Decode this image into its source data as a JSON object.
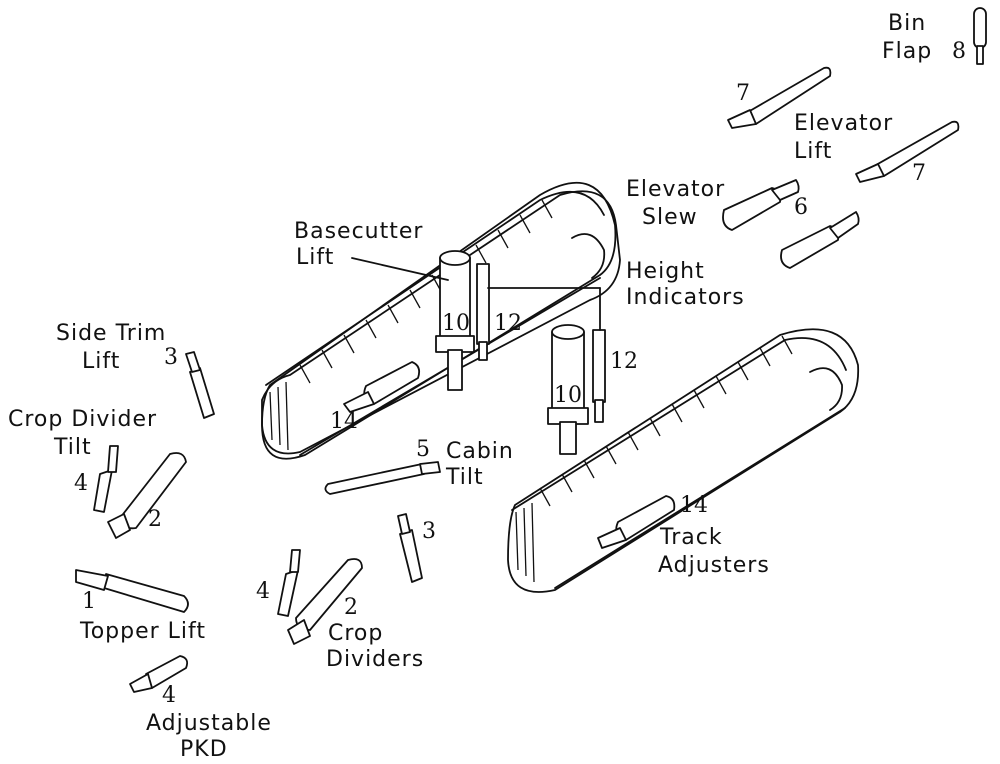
{
  "labels": {
    "bin_flap": [
      "Bin",
      "Flap"
    ],
    "elevator_lift": [
      "Elevator",
      "Lift"
    ],
    "elevator_slew": [
      "Elevator",
      "Slew"
    ],
    "basecutter_lift": [
      "Basecutter",
      "Lift"
    ],
    "height_indicators": [
      "Height",
      "Indicators"
    ],
    "side_trim_lift": [
      "Side Trim",
      "Lift"
    ],
    "crop_divider_tilt": [
      "Crop Divider",
      "Tilt"
    ],
    "cabin_tilt": [
      "Cabin",
      "Tilt"
    ],
    "track_adjusters": [
      "Track",
      "Adjusters"
    ],
    "topper_lift": "Topper Lift",
    "crop_dividers": [
      "Crop",
      "Dividers"
    ],
    "adjustable_pkd": [
      "Adjustable",
      "PKD"
    ]
  },
  "numbers": {
    "bin_flap": "8",
    "elevator_lift_a": "7",
    "elevator_lift_b": "7",
    "elevator_slew": "6",
    "basecutter_left": "10",
    "indicator_left": "12",
    "basecutter_right": "10",
    "indicator_right": "12",
    "side_trim": "3",
    "crop_divider_tilt_a": "4",
    "crop_divider_a": "2",
    "track_adjuster_left": "14",
    "cabin_tilt": "5",
    "side_trim_b": "3",
    "track_adjuster_right": "14",
    "topper_lift": "1",
    "crop_divider_tilt_b": "4",
    "crop_divider_b": "2",
    "adjustable_pkd": "4"
  }
}
